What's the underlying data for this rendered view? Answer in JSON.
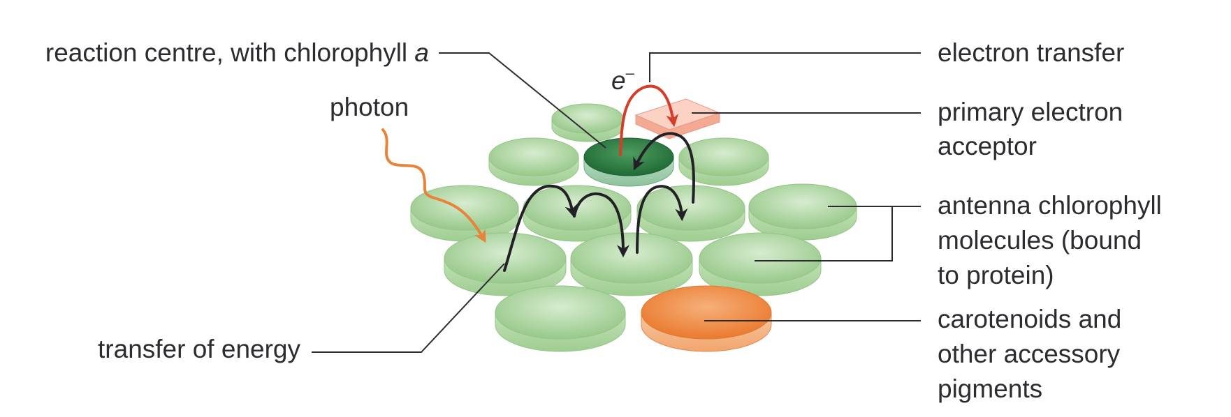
{
  "labels": {
    "reaction_centre": "reaction centre, with chlorophyll",
    "reaction_centre_italic": "a",
    "photon": "photon",
    "transfer_energy": "transfer of energy",
    "electron_transfer": "electron transfer",
    "electron_symbol": "e",
    "electron_sup": "–",
    "primary_acceptor": [
      "primary electron",
      "acceptor"
    ],
    "antenna": [
      "antenna chlorophyll",
      "molecules (bound",
      "to protein)"
    ],
    "carotenoids": [
      "carotenoids and",
      "other accessory",
      "pigments"
    ]
  },
  "colors": {
    "antenna_green": "#a9d29a",
    "reaction_centre_green": "#2f7a43",
    "carotenoid_orange": "#ee8137",
    "acceptor_pink": "#f7b8a6",
    "photon_orange": "#e8833a",
    "electron_red": "#d63c2a",
    "energy_arrow": "#222226",
    "text": "#2b2b30"
  }
}
